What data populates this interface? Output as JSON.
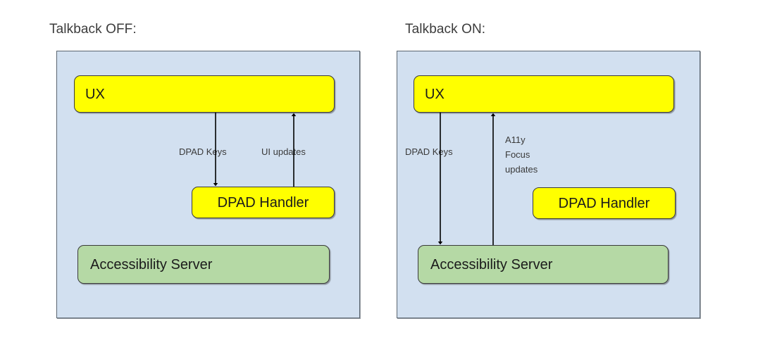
{
  "diagram": {
    "type": "architecture-flow",
    "background_color": "#ffffff",
    "palette": {
      "panel_fill": "#d2e0f0",
      "panel_stroke": "#5a6570",
      "node_yellow": "#ffff00",
      "node_green": "#b5d9a5",
      "node_stroke": "#3a3a3a",
      "text": "#1b1b1b",
      "label_text": "#3a3a3a",
      "arrow": "#000000"
    },
    "panels": [
      {
        "id": "talkback-off",
        "title": "Talkback OFF:",
        "nodes": [
          {
            "id": "ux-off",
            "label": "UX",
            "color": "yellow",
            "align": "left"
          },
          {
            "id": "dpad-handler-off",
            "label": "DPAD Handler",
            "color": "yellow",
            "align": "center"
          },
          {
            "id": "a11y-server-off",
            "label": "Accessibility Server",
            "color": "green",
            "align": "left"
          }
        ],
        "edges": [
          {
            "id": "edge-dpad-keys-off",
            "label": "DPAD Keys",
            "from": "ux-off",
            "to": "dpad-handler-off",
            "direction": "down"
          },
          {
            "id": "edge-ui-updates-off",
            "label": "UI updates",
            "from": "dpad-handler-off",
            "to": "ux-off",
            "direction": "up"
          }
        ]
      },
      {
        "id": "talkback-on",
        "title": "Talkback ON:",
        "nodes": [
          {
            "id": "ux-on",
            "label": "UX",
            "color": "yellow",
            "align": "left"
          },
          {
            "id": "dpad-handler-on",
            "label": "DPAD Handler",
            "color": "yellow",
            "align": "center"
          },
          {
            "id": "a11y-server-on",
            "label": "Accessibility Server",
            "color": "green",
            "align": "left"
          }
        ],
        "edges": [
          {
            "id": "edge-dpad-keys-on",
            "label": "DPAD Keys",
            "from": "ux-on",
            "to": "a11y-server-on",
            "direction": "down"
          },
          {
            "id": "edge-a11y-focus-updates-on",
            "label": "A11y Focus updates",
            "label_lines": [
              "A11y",
              "Focus",
              "updates"
            ],
            "from": "a11y-server-on",
            "to": "ux-on",
            "direction": "up"
          }
        ]
      }
    ]
  },
  "left_panel": {
    "title": "Talkback OFF:",
    "ux_label": "UX",
    "dpad_handler_label": "DPAD Handler",
    "a11y_server_label": "Accessibility Server",
    "edge_down_label": "DPAD Keys",
    "edge_up_label": "UI updates"
  },
  "right_panel": {
    "title": "Talkback ON:",
    "ux_label": "UX",
    "dpad_handler_label": "DPAD Handler",
    "a11y_server_label": "Accessibility Server",
    "edge_down_label": "DPAD Keys",
    "edge_up_line1": "A11y",
    "edge_up_line2": "Focus",
    "edge_up_line3": "updates"
  }
}
